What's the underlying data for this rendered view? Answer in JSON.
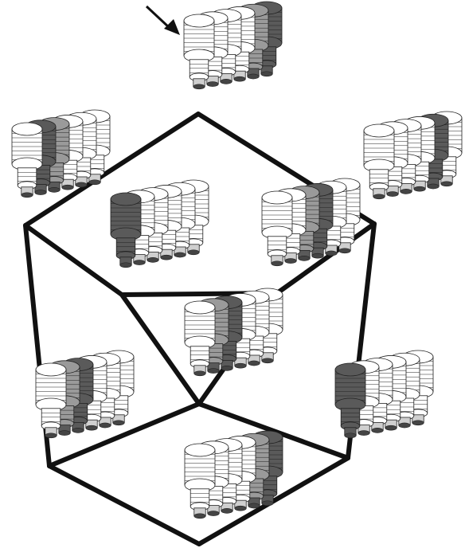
{
  "figure": {
    "colors": {
      "edge": "#111111",
      "light": "#ffffff",
      "mid": "#9a9a9a",
      "dark": "#5a5a5a",
      "outline": "#222222"
    },
    "pointer": "arrow-icon",
    "nodes": [
      {
        "id": "top",
        "shaded": [
          5,
          4
        ]
      },
      {
        "id": "left",
        "shaded": [
          1,
          2
        ]
      },
      {
        "id": "right",
        "shaded": [
          4
        ]
      },
      {
        "id": "inner-left",
        "shaded": [
          0
        ]
      },
      {
        "id": "inner-right",
        "shaded": [
          3,
          2
        ]
      },
      {
        "id": "center",
        "shaded": [
          2,
          1
        ]
      },
      {
        "id": "bottom-left",
        "shaded": [
          2,
          1
        ]
      },
      {
        "id": "bottom-right",
        "shaded": [
          0
        ]
      },
      {
        "id": "bottom",
        "shaded": [
          5,
          4
        ]
      }
    ],
    "edges": [
      [
        "top",
        "left"
      ],
      [
        "top",
        "right"
      ],
      [
        "left",
        "inner-left"
      ],
      [
        "right",
        "inner-right"
      ],
      [
        "inner-left",
        "inner-right"
      ],
      [
        "inner-left",
        "center"
      ],
      [
        "inner-right",
        "center"
      ],
      [
        "left",
        "bottom-left"
      ],
      [
        "right",
        "bottom-right"
      ],
      [
        "center",
        "bottom-left"
      ],
      [
        "center",
        "bottom-right"
      ],
      [
        "bottom-left",
        "bottom"
      ],
      [
        "bottom-right",
        "bottom"
      ]
    ]
  }
}
